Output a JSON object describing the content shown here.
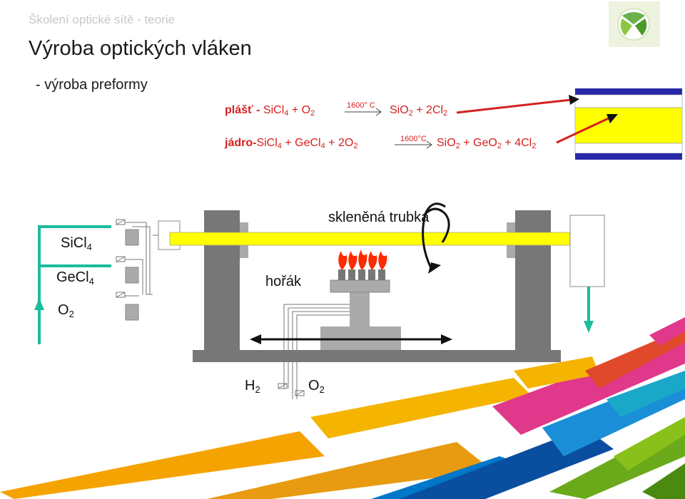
{
  "header": {
    "subtitle": "Školení optické sítě - teorie"
  },
  "title": "Výroba optických vláken",
  "bullet": "- výroba preformy",
  "equations": {
    "cladding": {
      "label": "plášť -",
      "lhs": [
        "SiCl",
        "4",
        " + O",
        "2"
      ],
      "temperature": "1600° C",
      "rhs": [
        "SiO",
        "2",
        " + 2Cl",
        "2"
      ]
    },
    "core": {
      "label": "jádro-",
      "lhs": [
        "SiCl",
        "4",
        " + GeCl",
        "4",
        " + 2O",
        "2"
      ],
      "temperature": "1600°C",
      "rhs": [
        "SiO",
        "2",
        " + GeO",
        "2",
        " + 4Cl",
        "2"
      ]
    }
  },
  "diagram": {
    "tube_label": "skleněná trubka",
    "burner_label": "hořák",
    "inputs": [
      {
        "name": "SiCl",
        "sub": "4"
      },
      {
        "name": "GeCl",
        "sub": "4"
      },
      {
        "name": "O",
        "sub": "2"
      }
    ],
    "gases": [
      {
        "name": "H",
        "sub": "2"
      },
      {
        "name": "O",
        "sub": "2"
      }
    ]
  },
  "colors": {
    "title": "#1a1a1a",
    "equation": "#d62020",
    "tube": "#ffff00",
    "arrow_teal": "#1abc9c",
    "pillar": "#777777",
    "cladding_blue": "#2828a8"
  },
  "icons": [
    "logo-icon",
    "flame-icon",
    "rotation-arrow-icon",
    "valve-icon"
  ]
}
